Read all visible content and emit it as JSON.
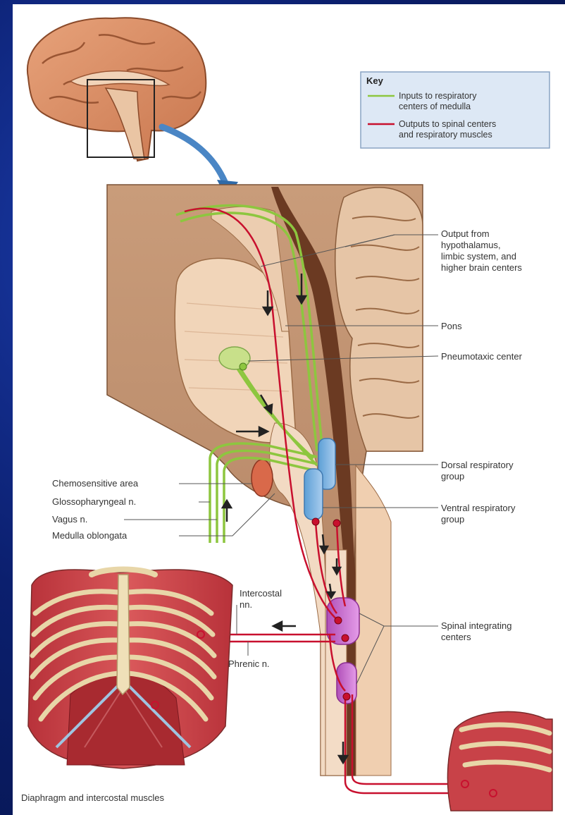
{
  "key": {
    "title": "Key",
    "green_line1": "Inputs to respiratory",
    "green_line2": "centers of medulla",
    "red_line1": "Outputs to spinal centers",
    "red_line2": "and respiratory muscles"
  },
  "labels_right": {
    "output_line1": "Output from",
    "output_line2": "hypothalamus,",
    "output_line3": "limbic system, and",
    "output_line4": "higher brain centers",
    "pons": "Pons",
    "pneumotaxic": "Pneumotaxic center",
    "dorsal_line1": "Dorsal respiratory",
    "dorsal_line2": "group",
    "ventral_line1": "Ventral respiratory",
    "ventral_line2": "group",
    "spinal_line1": "Spinal integrating",
    "spinal_line2": "centers"
  },
  "labels_left": {
    "chemosensitive": "Chemosensitive area",
    "glossopharyngeal": "Glossopharyngeal n.",
    "vagus": "Vagus n.",
    "medulla": "Medulla oblongata"
  },
  "labels_bottom": {
    "intercostal_line1": "Intercostal",
    "intercostal_line2": "nn.",
    "phrenic": "Phrenic n.",
    "caption": "Diaphragm and intercostal muscles"
  },
  "colors": {
    "input_green": "#8dc63f",
    "output_red": "#c8102e",
    "background_blue": "#0b1f6e",
    "key_box": "#dde8f5"
  }
}
